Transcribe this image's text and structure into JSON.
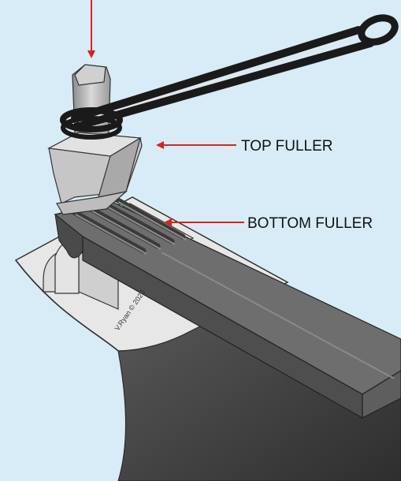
{
  "labels": {
    "top_fuller": "TOP FULLER",
    "bottom_fuller": "BOTTOM FULLER"
  },
  "watermark": "V.Ryan © 2020",
  "colors": {
    "background": "#d7ecf6",
    "arrow": "#e0201b",
    "anvil_face": "#e7e7e7",
    "anvil_body": "#4b4b4b",
    "workpiece": "#5b5b5b",
    "tongs": "#1a1a1a",
    "fuller_steel": "#c8c8c8"
  }
}
